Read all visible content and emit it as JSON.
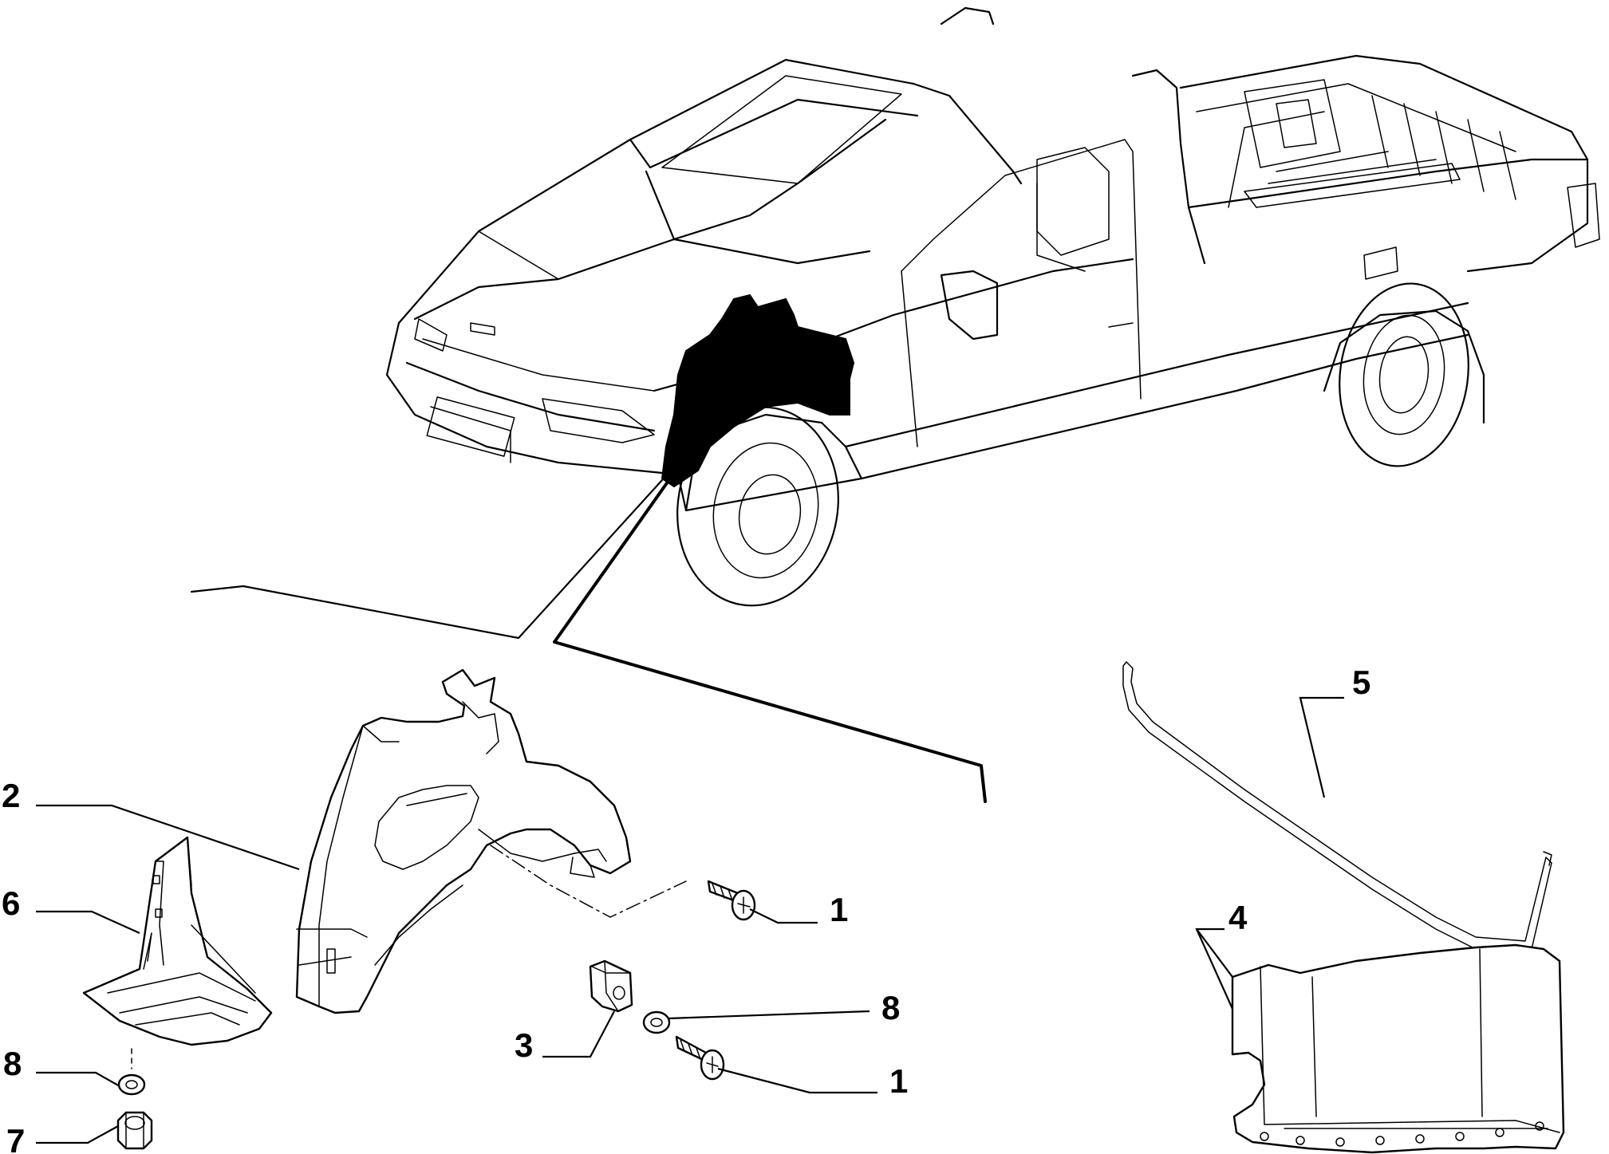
{
  "callouts": [
    {
      "id": "c1a",
      "text": "1"
    },
    {
      "id": "c1b",
      "text": "1"
    },
    {
      "id": "c2",
      "text": "2"
    },
    {
      "id": "c3",
      "text": "3"
    },
    {
      "id": "c4",
      "text": "4"
    },
    {
      "id": "c5",
      "text": "5"
    },
    {
      "id": "c6",
      "text": "6"
    },
    {
      "id": "c7",
      "text": "7"
    },
    {
      "id": "c8a",
      "text": "8"
    },
    {
      "id": "c8b",
      "text": "8"
    }
  ],
  "colors": {
    "line": "#000000",
    "background": "#ffffff",
    "highlight": "#000000"
  },
  "icons": [
    "car-pickup-icon",
    "wheel-arch-liner-icon",
    "screw-icon",
    "clip-nut-icon",
    "washer-icon",
    "nut-icon",
    "rod-icon",
    "heat-shield-icon",
    "splash-guard-icon"
  ]
}
